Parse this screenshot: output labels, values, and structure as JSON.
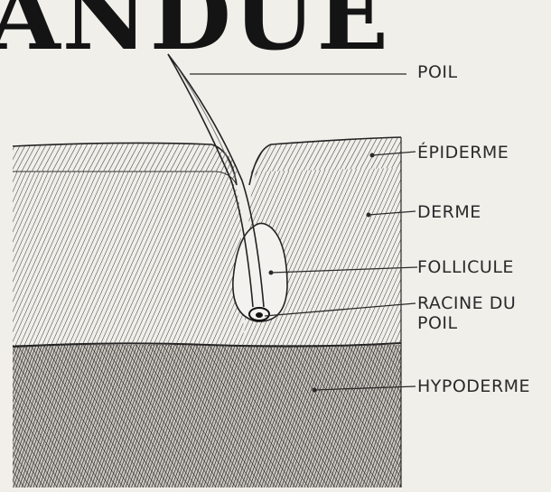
{
  "heading": {
    "text": "ANDUE"
  },
  "labels": {
    "poil": "POIL",
    "epiderme": "ÉPIDERME",
    "derme": "DERME",
    "follicule": "FOLLICULE",
    "racine_line1": "RACINE DU",
    "racine_line2": "POIL",
    "hypoderme": "HYPODERME"
  },
  "colors": {
    "paper": "#f1efea",
    "ink": "#2a2a2a"
  }
}
